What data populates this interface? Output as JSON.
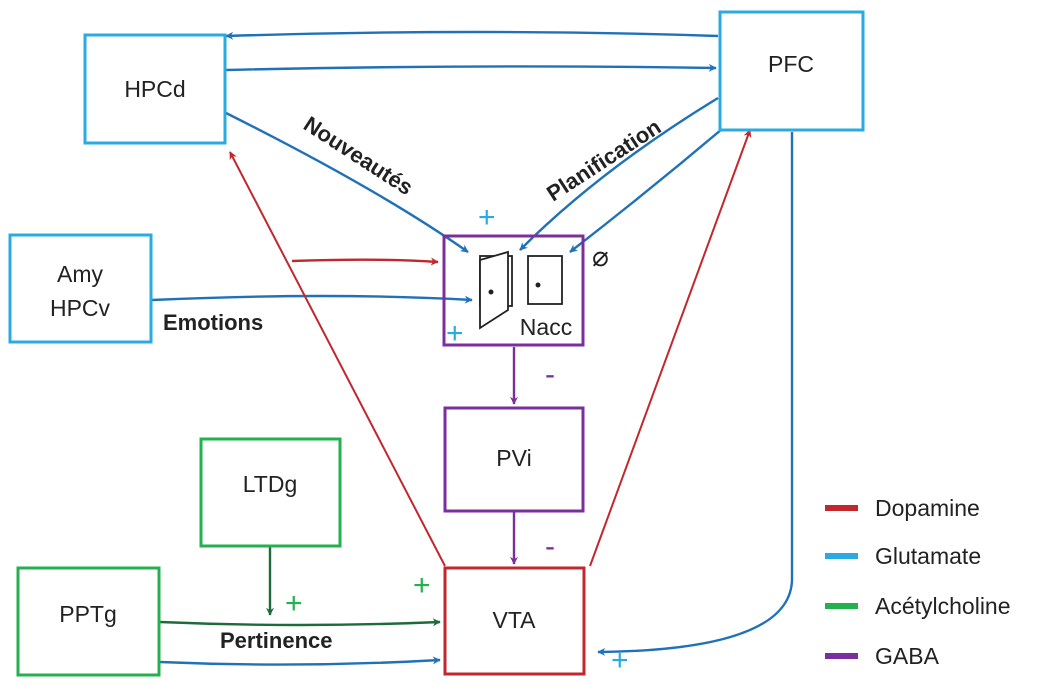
{
  "colors": {
    "dopamine": "#c1272d",
    "glutamate": "#29abe2",
    "glutamate_arrow": "#2071b8",
    "acetylcholine": "#22b14c",
    "acetylcholine_arrow": "#1e6b3a",
    "gaba": "#7b2f9c",
    "text": "#222222"
  },
  "nodes": {
    "hpcd": "HPCd",
    "pfc": "PFC",
    "amy_line1": "Amy",
    "amy_line2": "HPCv",
    "nacc": "Nacc",
    "pvi": "PVi",
    "ltdg": "LTDg",
    "pptg": "PPTg",
    "vta": "VTA"
  },
  "pathway_labels": {
    "novelty": "Nouveautés",
    "planning": "Planification",
    "emotions": "Emotions",
    "relevance": "Pertinence"
  },
  "signs": {
    "nacc_top_plus": "+",
    "nacc_bottom_plus": "+",
    "nacc_null": "⌀",
    "pvi_minus": "-",
    "vta_minus": "-",
    "ltdg_plus": "+",
    "vta_left_plus": "+",
    "vta_right_plus": "+"
  },
  "legend": [
    {
      "label": "Dopamine",
      "color": "#c1272d"
    },
    {
      "label": "Glutamate",
      "color": "#29abe2"
    },
    {
      "label": "Acétylcholine",
      "color": "#22b14c"
    },
    {
      "label": "GABA",
      "color": "#7b2f9c"
    }
  ]
}
